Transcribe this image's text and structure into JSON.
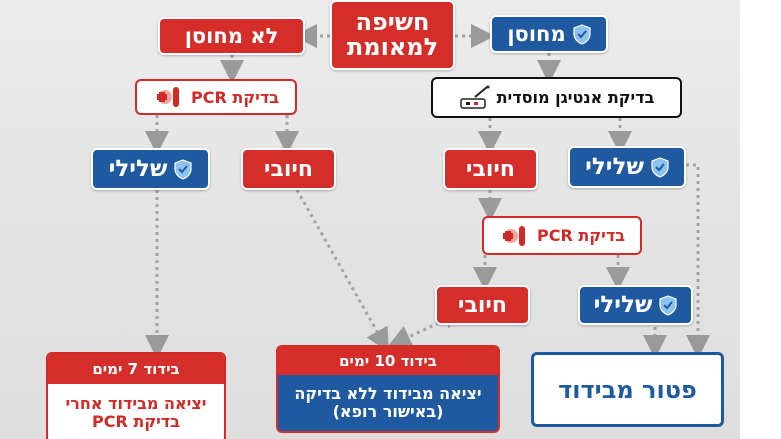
{
  "nodes": {
    "exposure": "חשיפה למאומת",
    "vaccinated": "מחוסן",
    "unvaccinated": "לא מחוסן",
    "pcr_test_left": "בדיקת PCR",
    "antigen_test": "בדיקת אנטיגן מוסדית",
    "negative_left": "שלילי",
    "positive_left": "חיובי",
    "positive_antigen": "חיובי",
    "negative_antigen": "שלילי",
    "pcr_test_right": "בדיקת PCR",
    "negative_pcr_right": "שלילי",
    "positive_pcr_right": "חיובי",
    "isolation_7_title": "בידוד 7 ימים",
    "isolation_7_body": "יציאה מבידוד אחרי בדיקת PCR",
    "isolation_10_title": "בידוד 10 ימים",
    "isolation_10_body": "יציאה מבידוד ללא בדיקה (באישור רופא)",
    "exempt": "פטור מבידוד"
  },
  "colors": {
    "blue": "#1f5aa0",
    "red": "#d52e2a",
    "text_red": "#d22a26"
  },
  "icons": {
    "shield": "shield-icon",
    "virus": "virus-icon",
    "test_tube": "test-tube-icon",
    "antigen_kit": "antigen-test-kit-icon"
  }
}
